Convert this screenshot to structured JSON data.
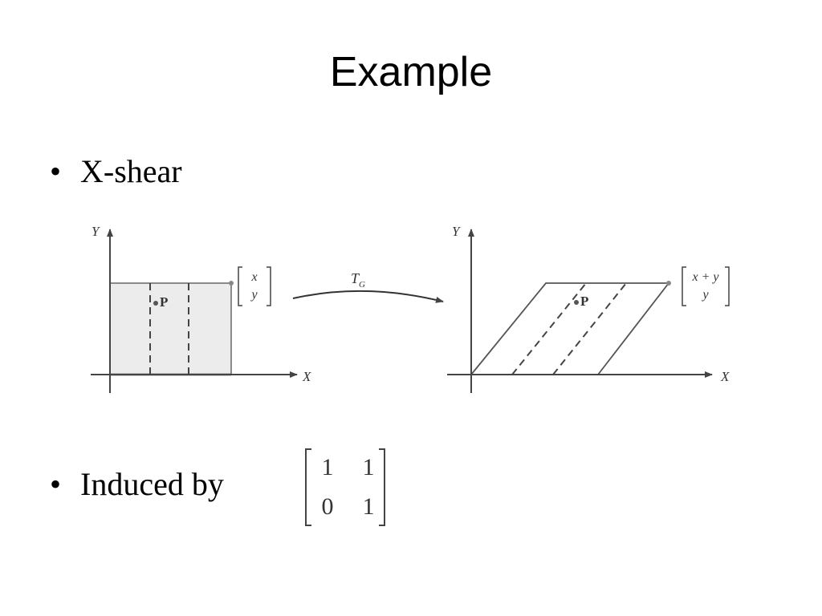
{
  "title": "Example",
  "bullets": [
    {
      "marker": "•",
      "text": "X-shear"
    },
    {
      "marker": "•",
      "text": "Induced by"
    }
  ],
  "left_diagram": {
    "y_axis_label": "Y",
    "x_axis_label": "X",
    "point_label": "P",
    "vector_top": "x",
    "vector_bottom": "y"
  },
  "transform_label": {
    "main": "T",
    "subscript": "G"
  },
  "right_diagram": {
    "y_axis_label": "Y",
    "x_axis_label": "X",
    "point_label": "P",
    "vector_top": "x + y",
    "vector_bottom": "y"
  },
  "matrix": {
    "rows": [
      [
        "1",
        "1"
      ],
      [
        "0",
        "1"
      ]
    ]
  },
  "colors": {
    "text": "#000000",
    "diagram_line": "#555555",
    "square_fill": "#ececec"
  }
}
